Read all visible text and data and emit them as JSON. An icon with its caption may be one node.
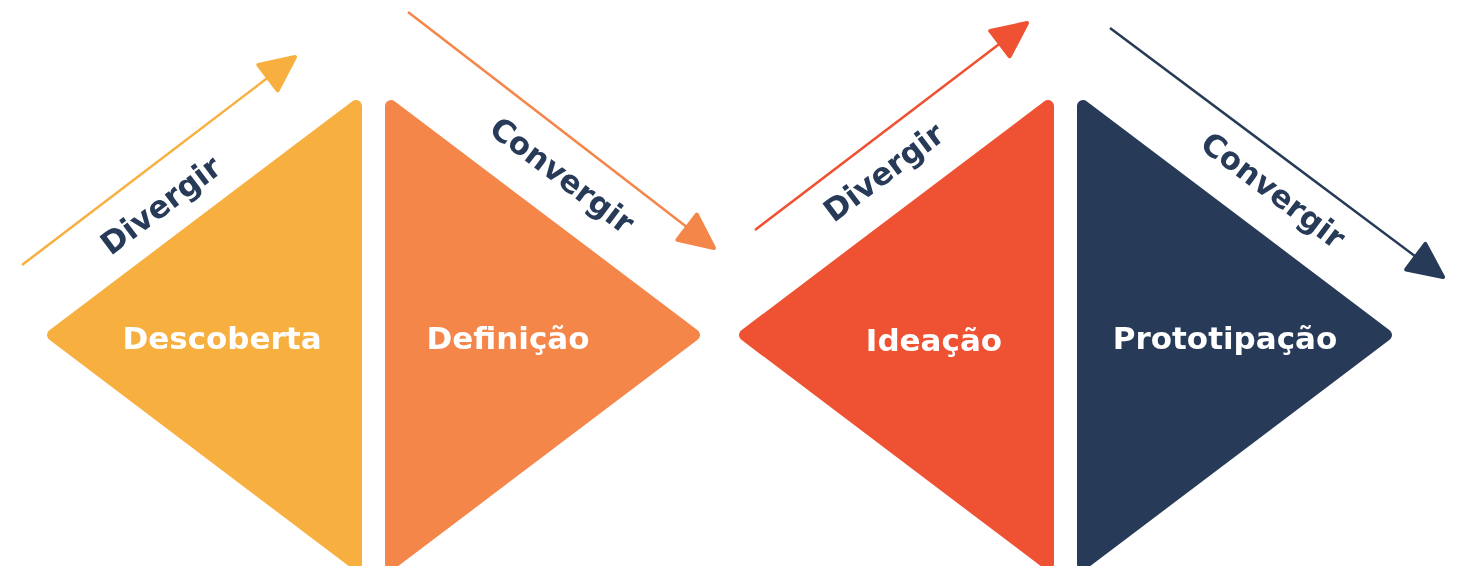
{
  "diagram": {
    "nodes": [
      {
        "text": [
          "Descoberta"
        ]
      },
      {
        "text": [
          "Definição"
        ]
      },
      {
        "text": [
          "Ideação"
        ]
      },
      {
        "text": [
          "Prototipação"
        ]
      }
    ],
    "labels": [
      "Divergir",
      "Convergir",
      "Divergir",
      "Convergir"
    ]
  }
}
